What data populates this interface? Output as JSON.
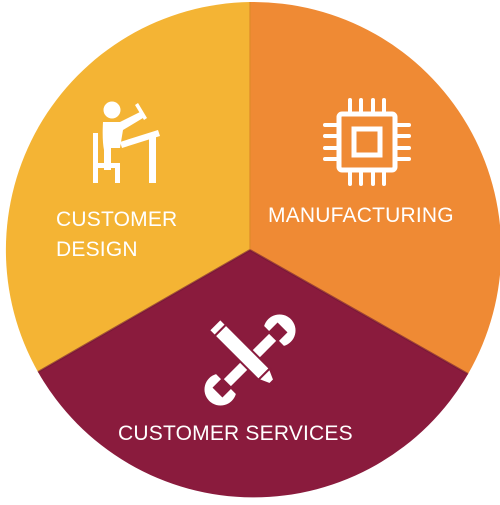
{
  "colors": {
    "design": "#F4B434",
    "manufacturing": "#EF8A34",
    "services": "#8A1B3D",
    "text": "#FFFFFF"
  },
  "segments": [
    {
      "id": "design",
      "label_lines": [
        "CUSTOMER",
        "DESIGN"
      ],
      "icon": "person-at-drafting-desk-icon"
    },
    {
      "id": "manufacturing",
      "label": "MANUFACTURING",
      "icon": "microchip-icon"
    },
    {
      "id": "services",
      "label": "CUSTOMER SERVICES",
      "icon": "wrench-and-pencil-icon"
    }
  ]
}
